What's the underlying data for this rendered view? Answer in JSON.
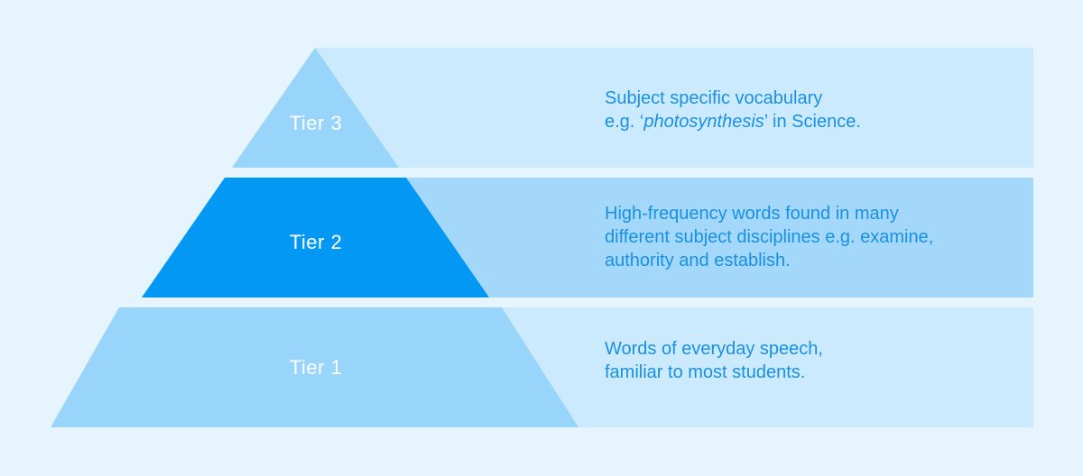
{
  "colors": {
    "background": "#E6F4FD",
    "band_light": "#CCEAFD",
    "band_mid": "#A3D8FA",
    "pyramid_light": "#99D4FA",
    "pyramid_highlight": "#0398F4",
    "description_text": "#1990E2",
    "tier_label_text": "#FFFFFF"
  },
  "tiers": [
    {
      "label": "Tier 3",
      "description_lines": [
        "Subject specific vocabulary"
      ],
      "description_line2_prefix": "e.g. ‘",
      "description_line2_italic": "photosynthesis",
      "description_line2_suffix": "’ in Science."
    },
    {
      "label": "Tier 2",
      "description_lines": [
        "High-frequency words found in many",
        "different subject disciplines e.g. examine,",
        "authority and establish."
      ]
    },
    {
      "label": "Tier 1",
      "description_lines": [
        "Words of everyday speech,",
        "familiar to most students."
      ]
    }
  ]
}
